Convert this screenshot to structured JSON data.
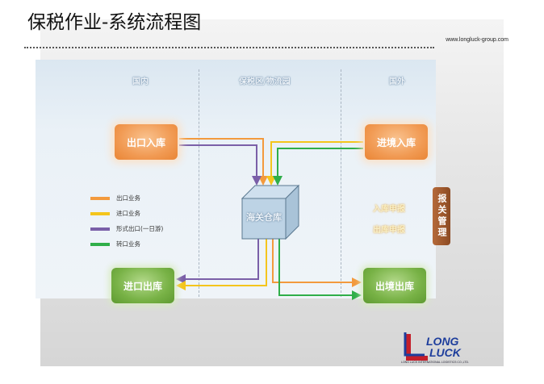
{
  "title": "保税作业-系统流程图",
  "url": "www.longluck-group.com",
  "columns": {
    "domestic": "国内",
    "bonded": "保税区/物流园",
    "foreign": "国外"
  },
  "boxes": {
    "export_in": "出口入库",
    "overseas_in": "进境入库",
    "import_out": "进口出库",
    "overseas_out": "出境出库",
    "bonded_warehouse": "海关仓库",
    "customs_mgmt": "报关管理"
  },
  "side_labels": {
    "in_declare": "入库申报",
    "out_declare": "出库申报"
  },
  "legend": [
    {
      "label": "出口业务",
      "color": "#f39a3d"
    },
    {
      "label": "进口业务",
      "color": "#f4c51c"
    },
    {
      "label": "形式出口(一日游)",
      "color": "#7a5fa8"
    },
    {
      "label": "转口业务",
      "color": "#2fae49"
    }
  ],
  "logo": {
    "line1": "LONG",
    "line2": "LUCK",
    "sub": "LONG LUCK INTERNATIONAL LOGISTICS CO.,LTD."
  }
}
